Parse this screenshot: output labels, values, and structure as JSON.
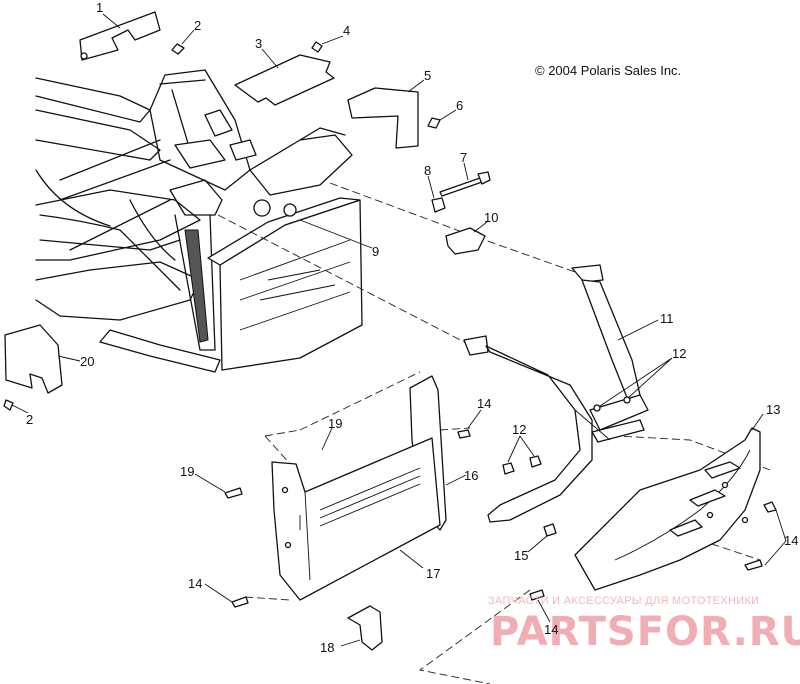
{
  "copyright": "© 2004 Polaris Sales Inc.",
  "callouts": [
    {
      "id": "callout-1",
      "label": "1"
    },
    {
      "id": "callout-2-top",
      "label": "2"
    },
    {
      "id": "callout-3",
      "label": "3"
    },
    {
      "id": "callout-4",
      "label": "4"
    },
    {
      "id": "callout-5",
      "label": "5"
    },
    {
      "id": "callout-6",
      "label": "6"
    },
    {
      "id": "callout-7",
      "label": "7"
    },
    {
      "id": "callout-8",
      "label": "8"
    },
    {
      "id": "callout-9",
      "label": "9"
    },
    {
      "id": "callout-10",
      "label": "10"
    },
    {
      "id": "callout-11",
      "label": "11"
    },
    {
      "id": "callout-12-right",
      "label": "12"
    },
    {
      "id": "callout-12-mid",
      "label": "12"
    },
    {
      "id": "callout-13",
      "label": "13"
    },
    {
      "id": "callout-14-upper",
      "label": "14"
    },
    {
      "id": "callout-14-right",
      "label": "14"
    },
    {
      "id": "callout-14-left",
      "label": "14"
    },
    {
      "id": "callout-14-bottom",
      "label": "14"
    },
    {
      "id": "callout-15",
      "label": "15"
    },
    {
      "id": "callout-16",
      "label": "16"
    },
    {
      "id": "callout-17",
      "label": "17"
    },
    {
      "id": "callout-18",
      "label": "18"
    },
    {
      "id": "callout-19-upper",
      "label": "19"
    },
    {
      "id": "callout-19-left",
      "label": "19"
    },
    {
      "id": "callout-20",
      "label": "20"
    },
    {
      "id": "callout-2-left",
      "label": "2"
    }
  ],
  "watermark": {
    "tagline": "ЗАПЧАСТИ И АКСЕССУАРЫ ДЛЯ МОТОТЕХНИКИ",
    "brand": "PARTSFOR.RU",
    "color": "#f0aeb4"
  }
}
